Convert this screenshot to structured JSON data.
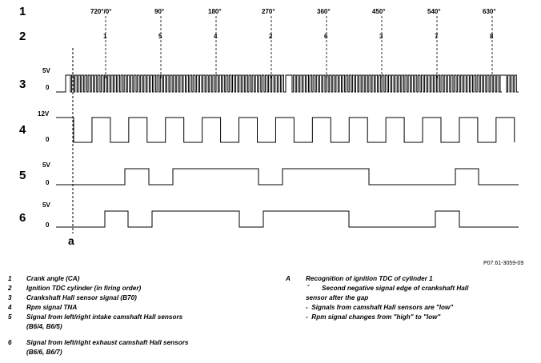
{
  "row_numbers": [
    "1",
    "2",
    "3",
    "4",
    "5",
    "6"
  ],
  "crank_angles": [
    "720°/0°",
    "90°",
    "180°",
    "270°",
    "360°",
    "450°",
    "540°",
    "630°"
  ],
  "firing_order": [
    "1",
    "5",
    "4",
    "2",
    "6",
    "3",
    "7",
    "8"
  ],
  "levels": {
    "row3_high": "5V",
    "row3_low": "0",
    "row4_high": "12V",
    "row4_low": "0",
    "row5_high": "5V",
    "row5_low": "0",
    "row6_high": "5V",
    "row6_low": "0"
  },
  "marker": "a",
  "figure_ref": "P07.61-3059-09",
  "legend": [
    {
      "num": "1",
      "text": "Crank angle (CA)"
    },
    {
      "num": "2",
      "text": "Ignition TDC cylinder (in firing order)"
    },
    {
      "num": "3",
      "text": "Crankshaft Hall sensor signal (B70)"
    },
    {
      "num": "4",
      "text": "Rpm signal TNA"
    },
    {
      "num": "5",
      "text": "Signal from left/right intake camshaft Hall sensors",
      "text2": "(B6/4, B6/5)"
    },
    {
      "num": "6",
      "text": "Signal from left/right exhaust camshaft Hall sensors",
      "text2": "(B6/6, B6/7)"
    }
  ],
  "legend_a": {
    "letter": "A",
    "title": "Recognition of ignition TDC of cylinder 1",
    "dash1": "-",
    "line1": "Second negative signal edge of crankshaft Hall",
    "line1b": "sensor after the gap",
    "line2": "Signals from camshaft Hall sensors are \"low\"",
    "line3": "Rpm signal changes from \"high\" to \"low\""
  }
}
